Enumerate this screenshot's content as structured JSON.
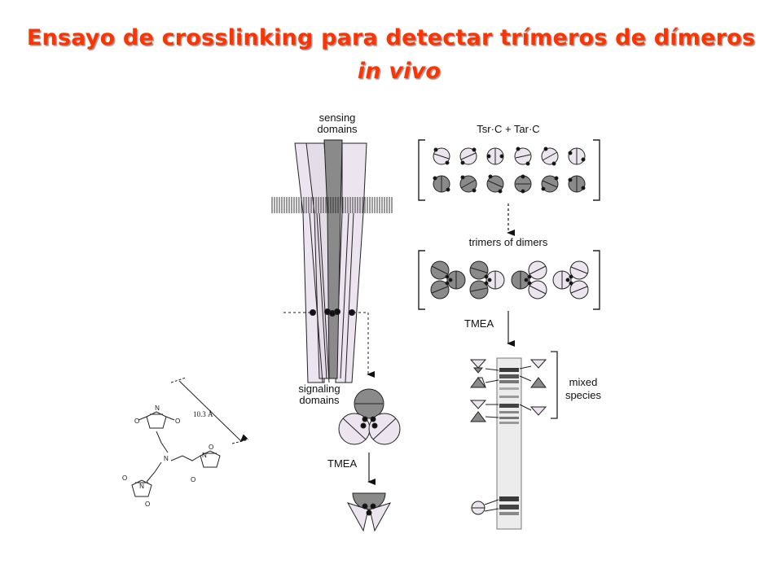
{
  "slide": {
    "title_line1": "Ensayo de crosslinking para detectar trímeros de dímeros",
    "title_line2": "in vivo"
  },
  "figure": {
    "sensing_domains_l1": "sensing",
    "sensing_domains_l2": "domains",
    "signaling_domains_l1": "signaling",
    "signaling_domains_l2": "domains",
    "tmea_left": "TMEA",
    "tmea_right": "TMEA",
    "receptors": "Tsr·C + Tar·C",
    "trimers_of_dimers": "trimers of dimers",
    "mixed_l1": "mixed",
    "mixed_l2": "species",
    "distance": "10.3 Å",
    "atom_n": "N",
    "atom_o": "O"
  },
  "colors": {
    "title": "#ff3300",
    "light_subunit": "#ece4ee",
    "dark_subunit": "#8a8a8a",
    "line": "#222222"
  }
}
